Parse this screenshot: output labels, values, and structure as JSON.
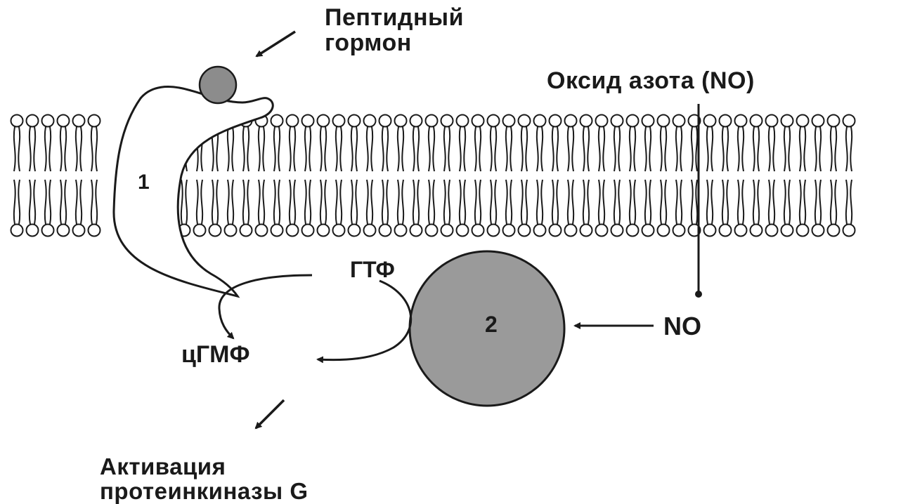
{
  "labels": {
    "peptide_hormone": [
      "Пептидный",
      "гормон"
    ],
    "nitric_oxide": "Оксид азота (NO)",
    "gtp": "ГТФ",
    "cgmp": "цГМФ",
    "no": "NO",
    "activation": [
      "Активация",
      "протеинкиназы G"
    ],
    "receptor_number": "1",
    "enzyme_number": "2"
  },
  "colors": {
    "ink": "#1a1a1a",
    "hormone_fill": "#8c8c8c",
    "enzyme_fill": "#9a9a9a",
    "background": "#ffffff"
  }
}
